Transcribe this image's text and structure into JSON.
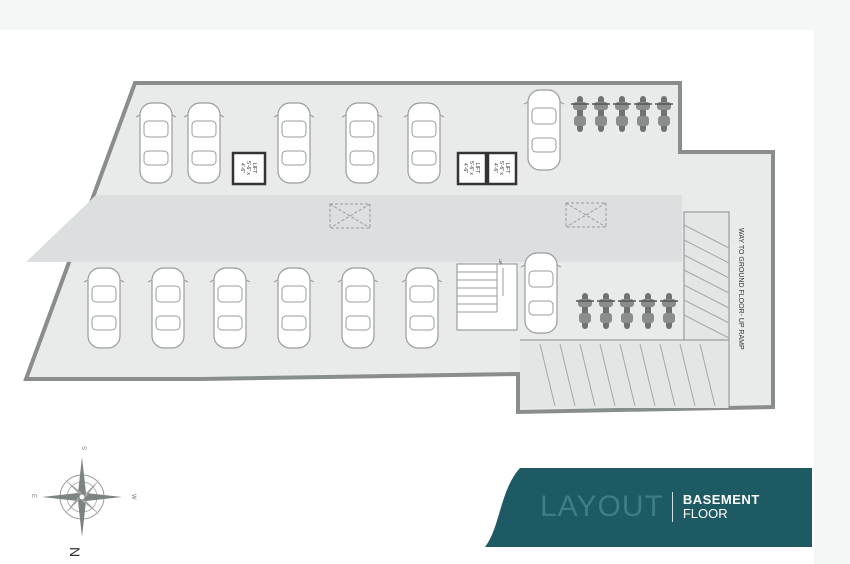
{
  "banner": {
    "title": "LAYOUT",
    "subtitle_line1": "BASEMENT",
    "subtitle_line2": "FLOOR",
    "color": "#1e5a63"
  },
  "labels": {
    "lift_1": [
      "LIFT",
      "5'-6\" x",
      "4'-6\""
    ],
    "lift_2": [
      "LIFT",
      "5'-6\" x",
      "4'-6\""
    ],
    "lift_3": [
      "LIFT",
      "5'-6\" x",
      "4'-6\""
    ],
    "up": "UP",
    "ramp": "WAY TO GROUND FLOOR- UP RAMP"
  },
  "compass": {
    "north": "N",
    "south": "S",
    "east": "E",
    "west": "W"
  },
  "colors": {
    "floor": "#e9ebeb",
    "wall": "#8a8d8d",
    "drive_lane": "#dcdfdf",
    "line": "#9a9d9d"
  }
}
